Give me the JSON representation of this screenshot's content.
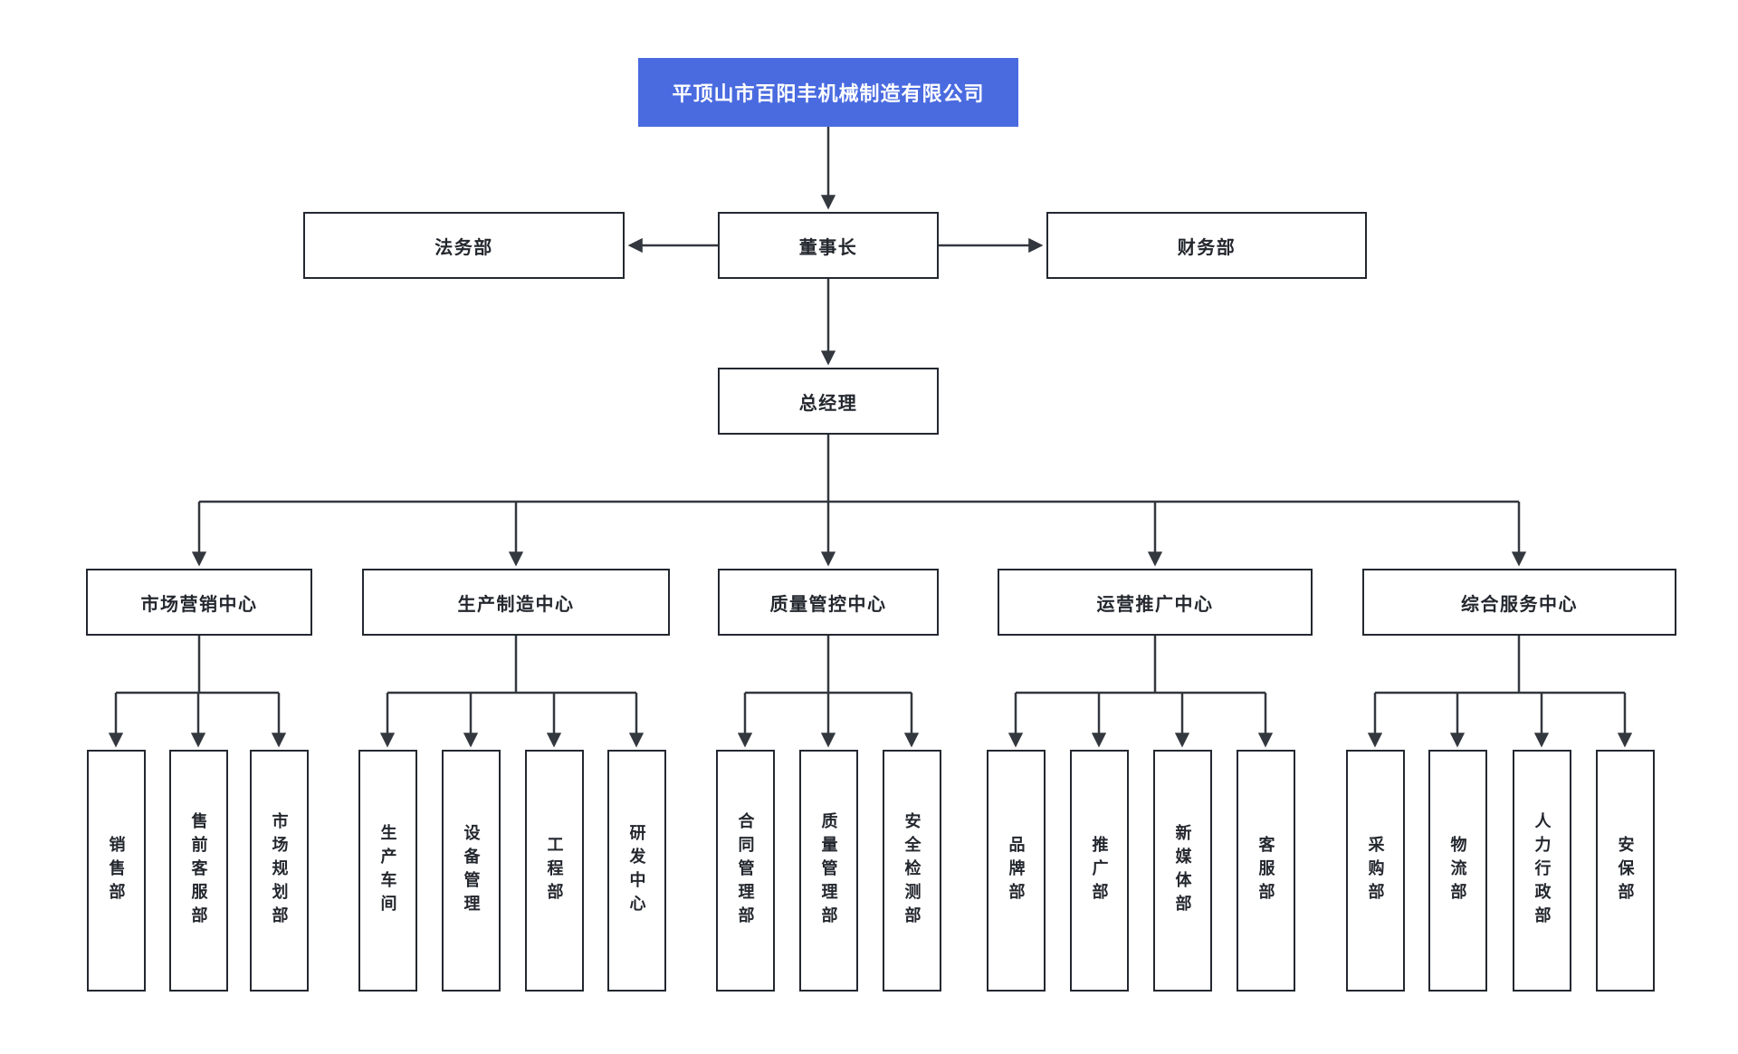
{
  "diagram": {
    "type": "org-chart",
    "company": "平顶山市百阳丰机械制造有限公司",
    "nodes": {
      "chairman": "董事长",
      "legal": "法务部",
      "finance": "财务部",
      "general_manager": "总经理"
    },
    "centers": [
      {
        "label": "市场营销中心",
        "departments": [
          "销售部",
          "售前客服部",
          "市场规划部"
        ]
      },
      {
        "label": "生产制造中心",
        "departments": [
          "生产车间",
          "设备管理",
          "工程部",
          "研发中心"
        ]
      },
      {
        "label": "质量管控中心",
        "departments": [
          "合同管理部",
          "质量管理部",
          "安全检测部"
        ]
      },
      {
        "label": "运营推广中心",
        "departments": [
          "品牌部",
          "推广部",
          "新媒体部",
          "客服部"
        ]
      },
      {
        "label": "综合服务中心",
        "departments": [
          "采购部",
          "物流部",
          "人力行政部",
          "安保部"
        ]
      }
    ],
    "colors": {
      "background": "#ffffff",
      "root_bg": "#4a6be0",
      "root_text": "#ffffff",
      "node_border": "#232830",
      "node_text": "#23272e",
      "connector": "#33383f"
    }
  }
}
